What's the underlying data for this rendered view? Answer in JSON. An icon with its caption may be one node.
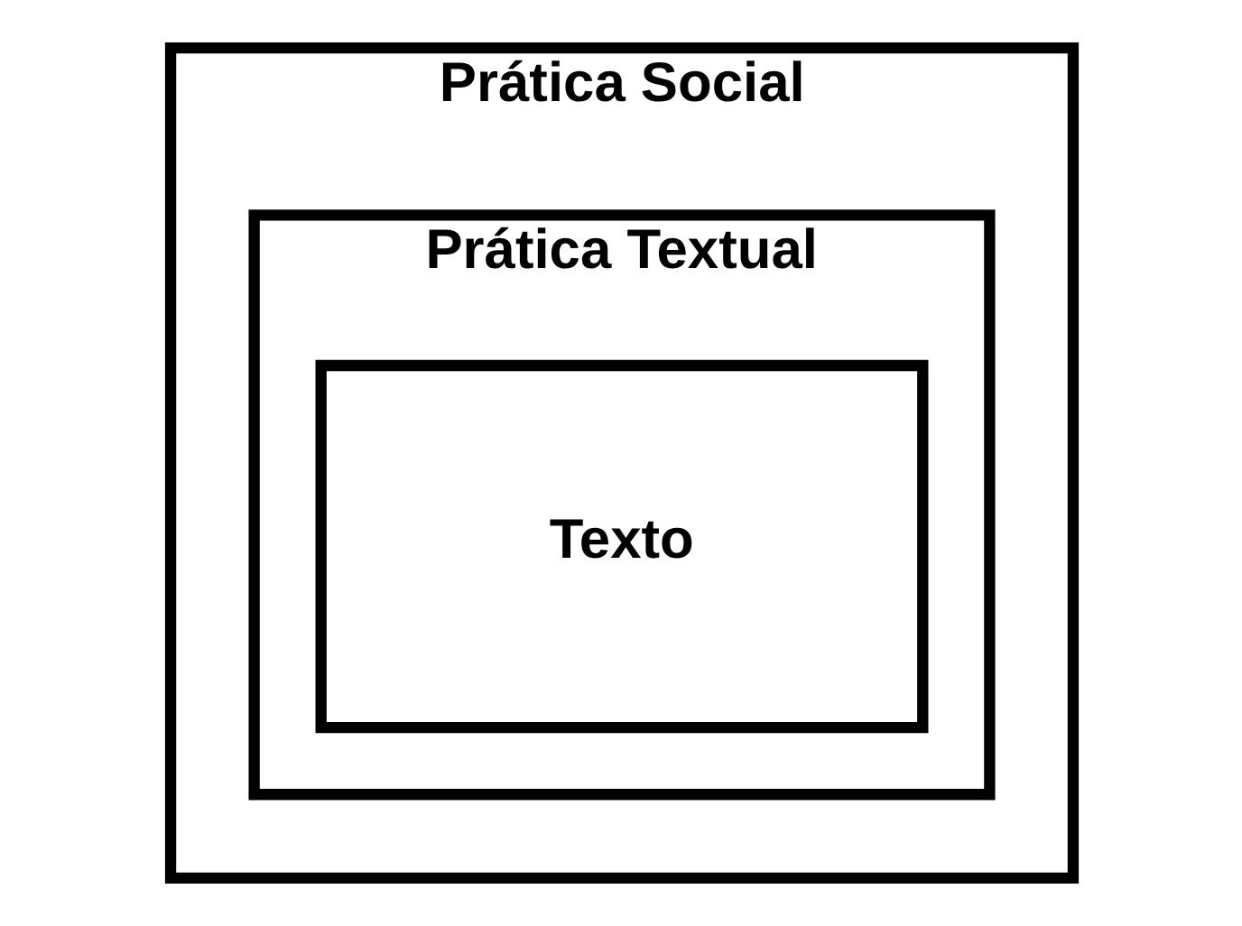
{
  "diagram": {
    "nodes": [
      {
        "text": [
          "Prática Social"
        ]
      },
      {
        "text": [
          "Prática Textual"
        ],
        "in": 0
      },
      {
        "text": [
          "Texto"
        ],
        "in": 1
      }
    ]
  }
}
